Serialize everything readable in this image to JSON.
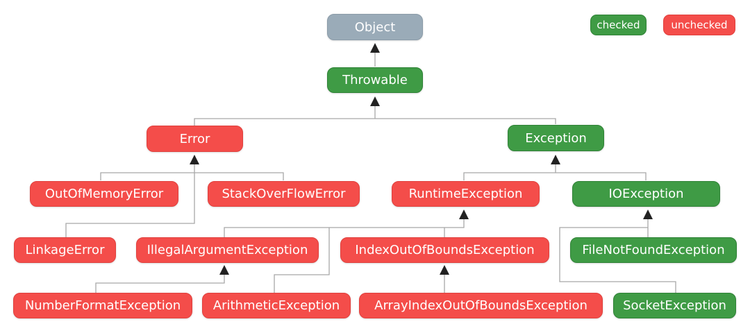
{
  "legend": {
    "checked_label": "checked",
    "unchecked_label": "unchecked",
    "checked_color": "#3f9b45",
    "unchecked_color": "#f44d4a",
    "root_color": "#9aabb8"
  },
  "nodes": {
    "object": "Object",
    "throwable": "Throwable",
    "error": "Error",
    "exception": "Exception",
    "out_of_memory_error": "OutOfMemoryError",
    "stack_over_flow_error": "StackOverFlowError",
    "runtime_exception": "RuntimeException",
    "io_exception": "IOException",
    "linkage_error": "LinkageError",
    "illegal_argument_exception": "IllegalArgumentException",
    "index_out_of_bounds_exception": "IndexOutOfBoundsException",
    "file_not_found_exception": "FileNotFoundException",
    "number_format_exception": "NumberFormatException",
    "arithmetic_exception": "ArithmeticException",
    "array_index_out_of_bounds_exception": "ArrayIndexOutOfBoundsException",
    "socket_exception": "SocketException"
  }
}
